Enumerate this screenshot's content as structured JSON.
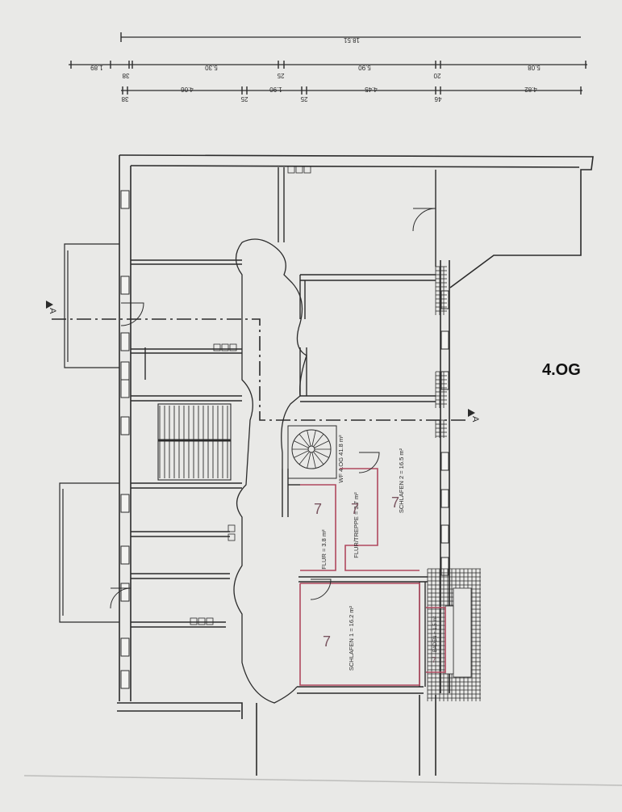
{
  "floor_label": "4.OG",
  "dimension_rows": {
    "total": "18.51",
    "row2": [
      "1.89",
      "38",
      "5.30",
      "25",
      "5.90",
      "20",
      "5.08"
    ],
    "row3": [
      "38",
      "4.06",
      "25",
      "1.90",
      "25",
      "4.45",
      "46",
      "4.82"
    ]
  },
  "section_marker": "A",
  "rooms": {
    "wf_total": "WF 4.OG 41.8 m²",
    "flur_treppe": "FLUR/TREPPE = 3.7 m²",
    "schlafen2": "SCHLAFEN 2 = 16.5 m²",
    "flur": "FLUR = 3.8 m²",
    "schlafen1": "SCHLAFEN 1 = 16.2 m²",
    "baden": "BADEN = 1.5 m²",
    "marker": "7"
  },
  "colors": {
    "paper": "#e9e9e7",
    "line": "#2b2b2b",
    "highlight": "#b0485e"
  }
}
